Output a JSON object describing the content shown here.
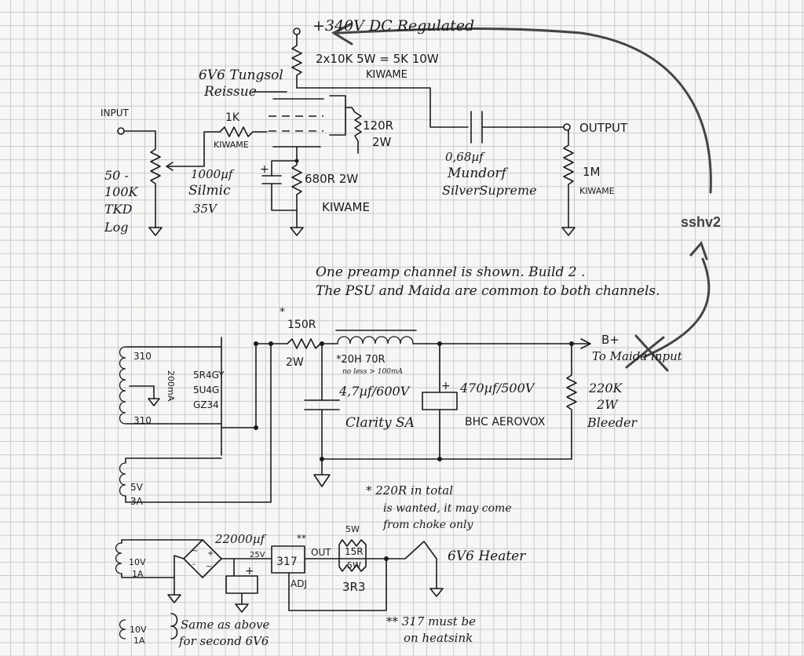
{
  "preamp": {
    "supply": "+340V DC Regulated",
    "plate_resistor": "2x10K 5W = 5K 10W",
    "plate_resistor_brand": "KIWAME",
    "tube_name": "6V6 Tungsol",
    "tube_name2": "Reissue",
    "input_label": "INPUT",
    "grid_resistor": "1K",
    "grid_resistor_brand": "KIWAME",
    "screen_resistor": "120R",
    "screen_resistor_power": "2W",
    "volume_pot": "50 -",
    "volume_pot2": "100K",
    "volume_pot3": "TKD",
    "volume_pot4": "Log",
    "cathode_cap": "1000µf",
    "cathode_cap2": "Silmic",
    "cathode_cap3": "35V",
    "cathode_resistor": "680R 2W",
    "cathode_resistor_brand": "KIWAME",
    "coupling_cap": "0,68µf",
    "coupling_cap2": "Mundorf",
    "coupling_cap3": "SilverSupreme",
    "output_label": "OUTPUT",
    "output_resistor": "1M",
    "output_resistor_brand": "KIWAME",
    "cap_plus": "+"
  },
  "annotation": {
    "sshv2": "sshv2",
    "note_line1": "One preamp channel is shown. Build 2 .",
    "note_line2": "The PSU and Maida are common to both channels."
  },
  "psu": {
    "tap_310_top": "310",
    "tap_310_bottom": "310",
    "current": "200mA",
    "rectifier1": "5R4GY",
    "rectifier2": "5U4G",
    "rectifier3": "GZ34",
    "heater_5v": "5V",
    "heater_3a": "3A",
    "series_resistor_star": "*",
    "series_resistor": "150R",
    "series_resistor_power": "2W",
    "choke": "*20H 70R",
    "choke_note": "no less > 100mA",
    "cap1": "4,7µf/600V",
    "cap1_brand": "Clarity SA",
    "cap2": "470µf/500V",
    "cap2_brand": "BHC AEROVOX",
    "cap2_plus": "+",
    "bleeder": "220K",
    "bleeder_power": "2W",
    "bleeder_label": "Bleeder",
    "bplus": "B+",
    "to_maida": "To Maida input",
    "star_note1": "* 220R in total",
    "star_note2": "is wanted, it may come",
    "star_note3": "from choke only"
  },
  "heater": {
    "secondary": "10V",
    "secondary_a": "1A",
    "big_cap": "22000µf",
    "big_cap_v": "25V",
    "big_cap_plus": "+",
    "reg_stars": "**",
    "regulator": "317",
    "reg_out": "OUT",
    "reg_adj": "ADJ",
    "res_5w_top": "5W",
    "res_15r": "15R",
    "res_5w_bot": "5W",
    "res_3r3": "3R3",
    "heater_label": "6V6 Heater",
    "secondary2": "10V",
    "secondary2_a": "1A",
    "same_line1": "Same as above",
    "same_line2": "for second 6V6",
    "heatsink_line1": "** 317 must be",
    "heatsink_line2": "on heatsink",
    "bridge_ac1": "~",
    "bridge_ac2": "~",
    "bridge_minus": "-",
    "bridge_plus": "+"
  }
}
